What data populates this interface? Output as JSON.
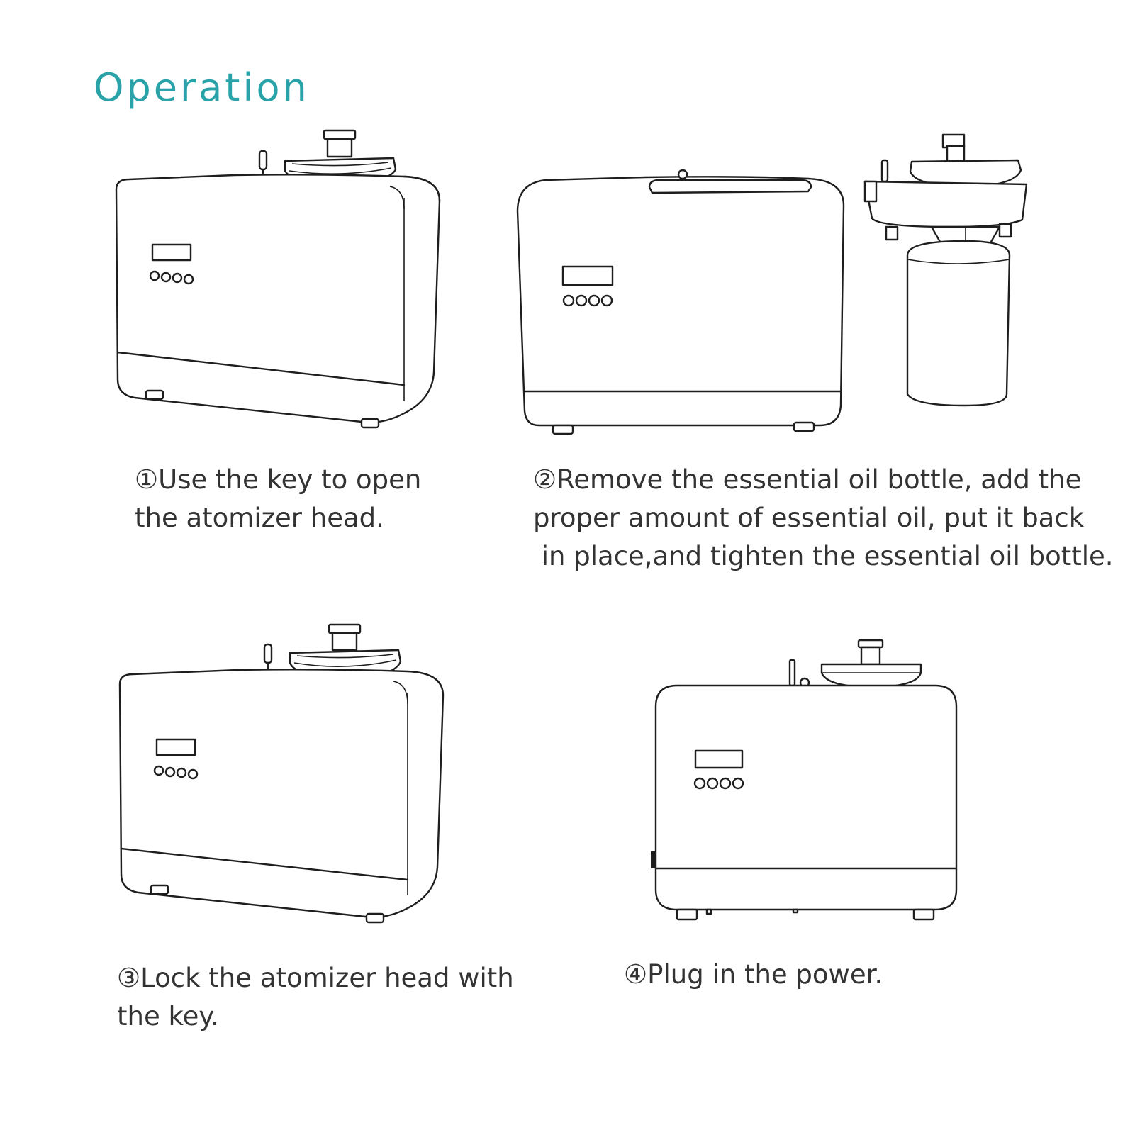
{
  "title": "Operation",
  "steps": [
    {
      "number": "①",
      "lines": [
        "Use the key to open",
        "the atomizer head."
      ]
    },
    {
      "number": "②",
      "lines": [
        "Remove the essential oil bottle, add the",
        "proper amount of essential oil, put it back",
        " in place,and tighten the essential oil bottle."
      ]
    },
    {
      "number": "③",
      "lines": [
        "Lock the atomizer head with",
        "the key."
      ]
    },
    {
      "number": "④",
      "lines": [
        "Plug in the power."
      ]
    }
  ],
  "colors": {
    "title": "#2aa3a8",
    "text": "#333333",
    "line_art": "#1e1e1e"
  }
}
